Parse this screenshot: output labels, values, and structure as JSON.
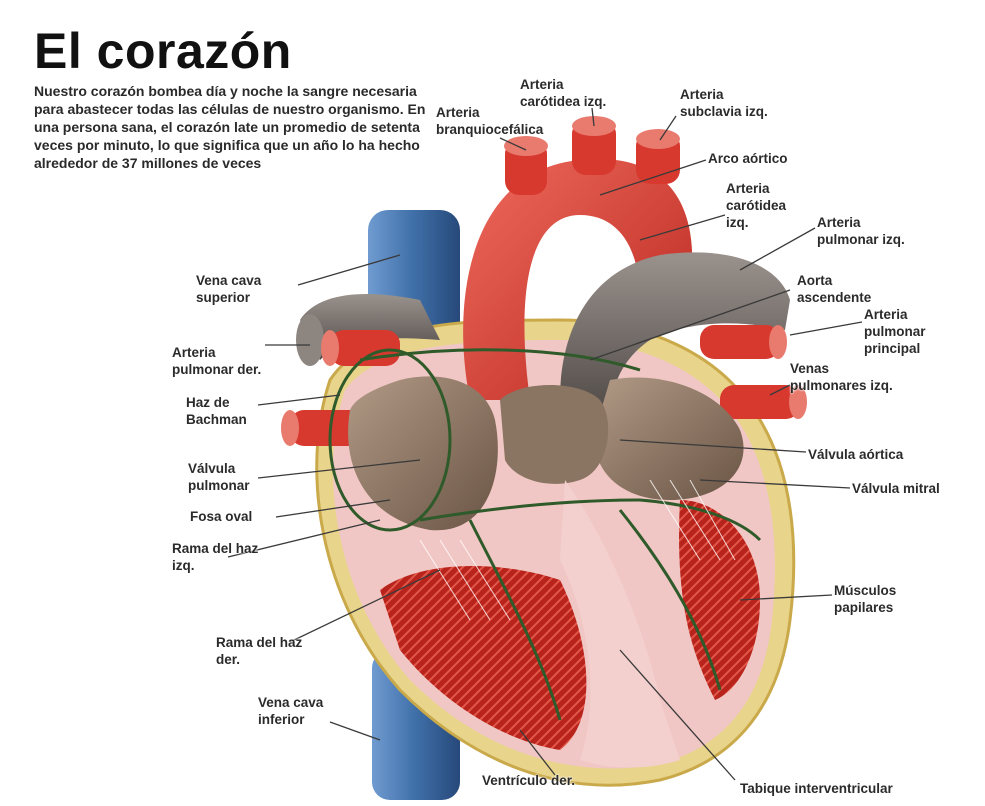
{
  "title": "El corazón",
  "intro": "Nuestro corazón bombea día y noche la sangre necesaria para abastecer todas las células de nuestro organismo. En una persona sana, el corazón late un promedio de setenta veces por minuto, lo que significa que un año lo ha hecho alrededor de 37 millones de veces",
  "labels": {
    "arteria_braquiocefalica": "Arteria\nbranquiocefálica",
    "arteria_carotidea_izq_top": "Arteria\ncarótidea izq.",
    "arteria_subclavia_izq": "Arteria\nsubclavia izq.",
    "arco_aortico": "Arco aórtico",
    "arteria_carotidea_izq": "Arteria\ncarótidea\nizq.",
    "arteria_pulmonar_izq": "Arteria\npulmonar izq.",
    "aorta_ascendente": "Aorta\nascendente",
    "arteria_pulmonar_principal": "Arteria\npulmonar\nprincipal",
    "venas_pulmonares_izq": "Venas\npulmonares izq.",
    "valvula_aortica": "Válvula aórtica",
    "valvula_mitral": "Válvula mitral",
    "musculos_papilares": "Músculos\npapilares",
    "tabique_interventricular": "Tabique interventricular",
    "ventriculo_der": "Ventrículo der.",
    "vena_cava_inferior": "Vena cava\ninferior",
    "rama_del_haz_der": "Rama del haz\nder.",
    "rama_del_haz_izq": "Rama del haz\nizq.",
    "fosa_oval": "Fosa oval",
    "valvula_pulmonar": "Válvula\npulmonar",
    "haz_de_bachman": "Haz de\nBachman",
    "arteria_pulmonar_der": "Arteria\npulmonar der.",
    "vena_cava_superior": "Vena cava\nsuperior"
  },
  "colors": {
    "artery_red": "#d8392f",
    "vein_blue": "#3f6fa8",
    "pulmonary_gray": "#6e6763",
    "conduction_green": "#2f5a2a",
    "muscle_pink": "#f0c7c4",
    "pericardium_yellow": "#e8d48a"
  }
}
